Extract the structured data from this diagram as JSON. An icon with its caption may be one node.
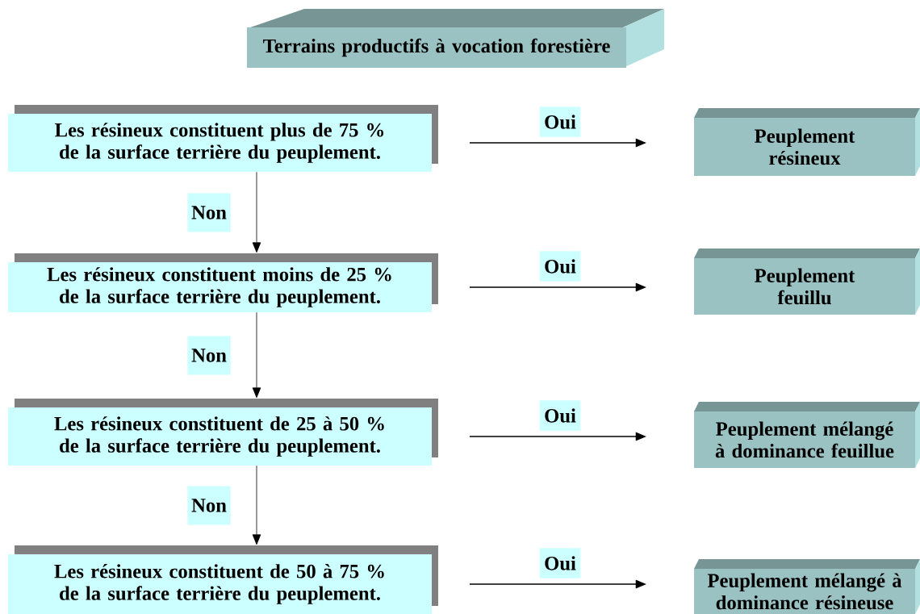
{
  "diagram": {
    "nodes": [
      {
        "text": [
          "Terrains productifs à vocation forestière"
        ]
      },
      {
        "text": [
          "Les résineux constituent plus de 75 % de la surface terrière du peuplement."
        ]
      },
      {
        "text": [
          "Peuplement résineux"
        ]
      },
      {
        "text": [
          "Les résineux constituent moins de 25 % de la surface terrière du peuplement."
        ]
      },
      {
        "text": [
          "Peuplement feuillu"
        ]
      },
      {
        "text": [
          "Les résineux constituent de 25 à 50 % de la surface terrière du peuplement."
        ]
      },
      {
        "text": [
          "Peuplement mélangé à dominance feuillue"
        ]
      },
      {
        "text": [
          "Les résineux constituent de 50 à 75 % de la surface terrière du peuplement."
        ]
      },
      {
        "text": [
          "Peuplement mélangé à dominance résineuse"
        ]
      }
    ],
    "edges": [
      {
        "from": 1,
        "to": 2,
        "arrow": "to",
        "label": "Oui"
      },
      {
        "from": 1,
        "to": 3,
        "arrow": "to",
        "label": "Non"
      },
      {
        "from": 3,
        "to": 4,
        "arrow": "to",
        "label": "Oui"
      },
      {
        "from": 3,
        "to": 5,
        "arrow": "to",
        "label": "Non"
      },
      {
        "from": 5,
        "to": 6,
        "arrow": "to",
        "label": "Oui"
      },
      {
        "from": 5,
        "to": 7,
        "arrow": "to",
        "label": "Non"
      },
      {
        "from": 7,
        "to": 8,
        "arrow": "to",
        "label": "Oui"
      }
    ]
  }
}
